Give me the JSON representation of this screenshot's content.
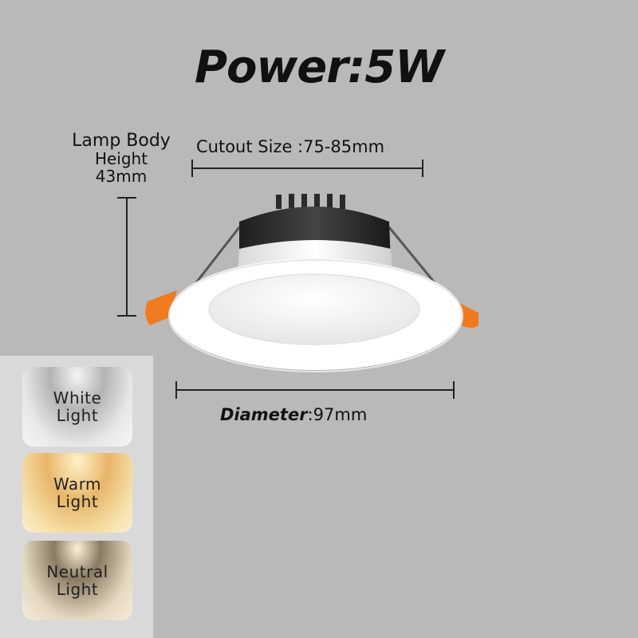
{
  "title": "Power:5W",
  "dimensions": {
    "height": {
      "line1": "Lamp Body",
      "line2": "Height",
      "line3": "43mm"
    },
    "cutout": {
      "text": "Cutout Size :75-85mm"
    },
    "diameter": {
      "key": "Diameter",
      "value": ":97mm"
    }
  },
  "light_options": [
    {
      "line1": "White",
      "line2": "Light"
    },
    {
      "line1": "Warm",
      "line2": "Light"
    },
    {
      "line1": "Neutral",
      "line2": "Light"
    }
  ],
  "colors": {
    "background": "#b9b9b9",
    "lamp_body": "#2e2e2e",
    "lamp_trim": "#ffffff",
    "clip": "#f07a1e"
  }
}
